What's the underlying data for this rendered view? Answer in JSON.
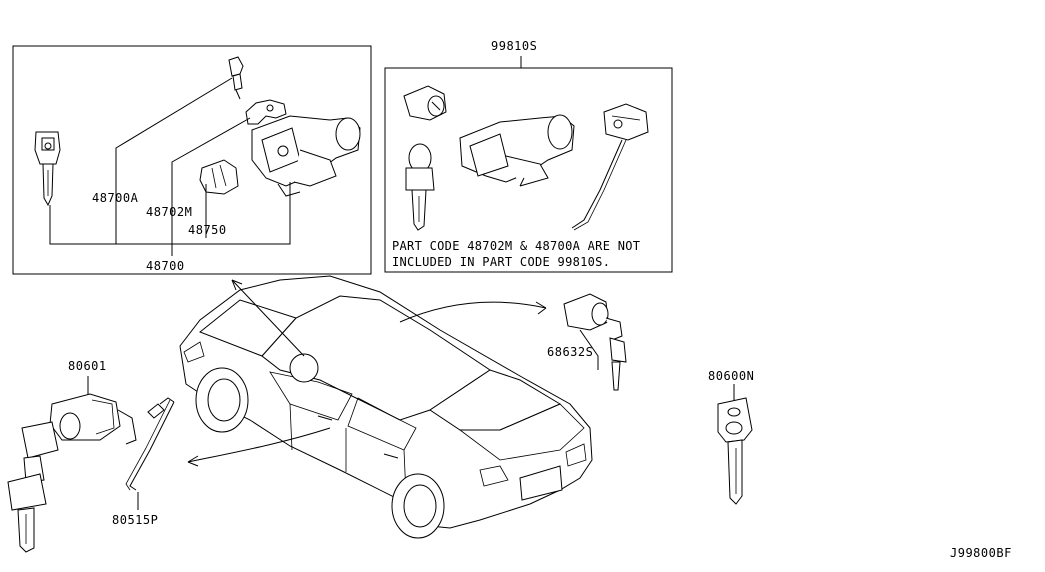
{
  "labels": {
    "p48700A": "48700A",
    "p48702M": "48702M",
    "p48750": "48750",
    "p48700": "48700",
    "p99810S": "99810S",
    "p68632S": "68632S",
    "p80601": "80601",
    "p80515P": "80515P",
    "p80600N": "80600N",
    "diagram_id": "J99800BF"
  },
  "note": {
    "line1": "PART CODE 48702M & 48700A ARE NOT",
    "line2": "INCLUDED IN PART CODE 99810S."
  }
}
